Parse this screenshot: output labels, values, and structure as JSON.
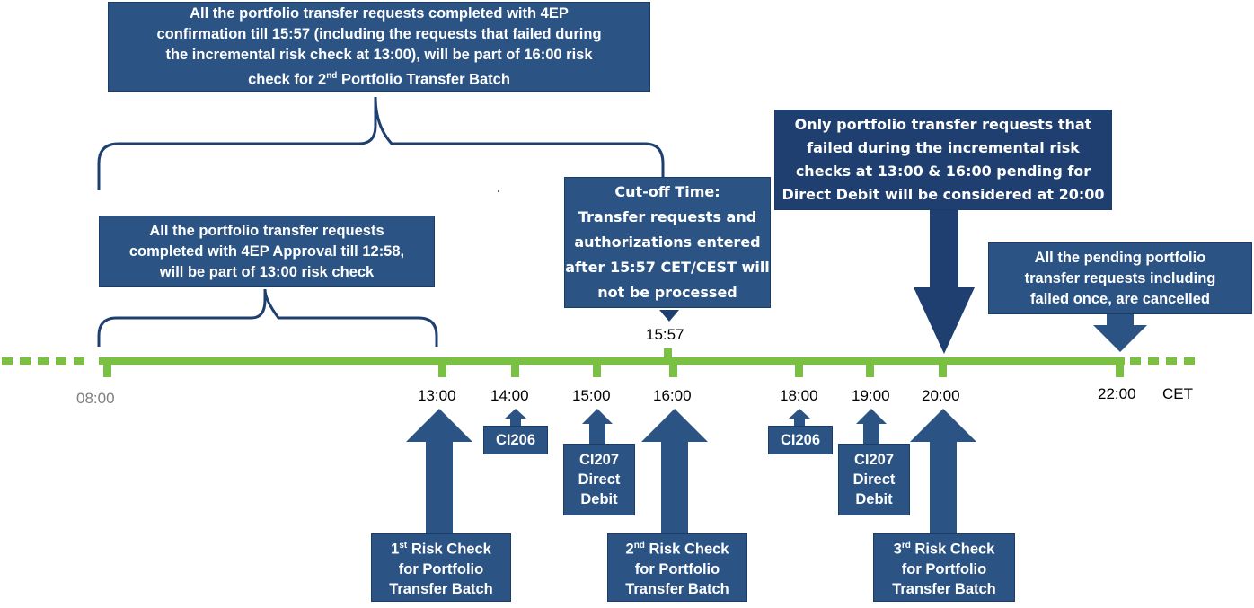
{
  "top_note": {
    "line1": "All the portfolio transfer requests completed with 4EP",
    "line2": "confirmation till 15:57 (including the requests that failed during",
    "line3": "the incremental risk check at 13:00), will be part of 16:00 risk",
    "line4_pre": "check for 2",
    "line4_sup": "nd",
    "line4_post": " Portfolio Transfer Batch"
  },
  "mid_note": {
    "line1": "All the portfolio transfer requests",
    "line2": "completed with 4EP Approval till 12:58,",
    "line3": "will be part of 13:00 risk check"
  },
  "cutoff_note": {
    "line1": "Cut-off Time:",
    "line2": "Transfer requests and",
    "line3": "authorizations entered",
    "line4": "after 15:57 CET/CEST will",
    "line5": "not be processed"
  },
  "failed_note": {
    "line1": "Only portfolio transfer requests that",
    "line2": "failed during the incremental risk",
    "line3": "checks at 13:00 & 16:00 pending for",
    "line4": "Direct Debit will be considered at 20:00"
  },
  "cancel_note": {
    "line1": "All the pending portfolio",
    "line2": "transfer requests including",
    "line3": "failed once, are cancelled"
  },
  "cutoff_time": "15:57",
  "times": {
    "t0800": "08:00",
    "t1300": "13:00",
    "t1400": "14:00",
    "t1500": "15:00",
    "t1600": "16:00",
    "t1800": "18:00",
    "t1900": "19:00",
    "t2000": "20:00",
    "t2200": "22:00",
    "unit": "CET"
  },
  "ci206": "CI206",
  "ci207": {
    "line1": "CI207",
    "line2": "Direct",
    "line3": "Debit"
  },
  "risk_checks": [
    {
      "num": "1",
      "sup": "st",
      "line1_post": " Risk Check",
      "line2": "for Portfolio",
      "line3": "Transfer Batch"
    },
    {
      "num": "2",
      "sup": "nd",
      "line1_post": " Risk Check",
      "line2": "for Portfolio",
      "line3": "Transfer Batch"
    },
    {
      "num": "3",
      "sup": "rd",
      "line1_post": " Risk Check",
      "line2": "for Portfolio",
      "line3": "Transfer Batch"
    }
  ],
  "colors": {
    "timeline": "#7ac143",
    "box": "#2b5485",
    "box_dark": "#1e3f6f",
    "arrow": "#2b5485",
    "bracket": "#1e3f6f",
    "muted_time": "#808080"
  }
}
